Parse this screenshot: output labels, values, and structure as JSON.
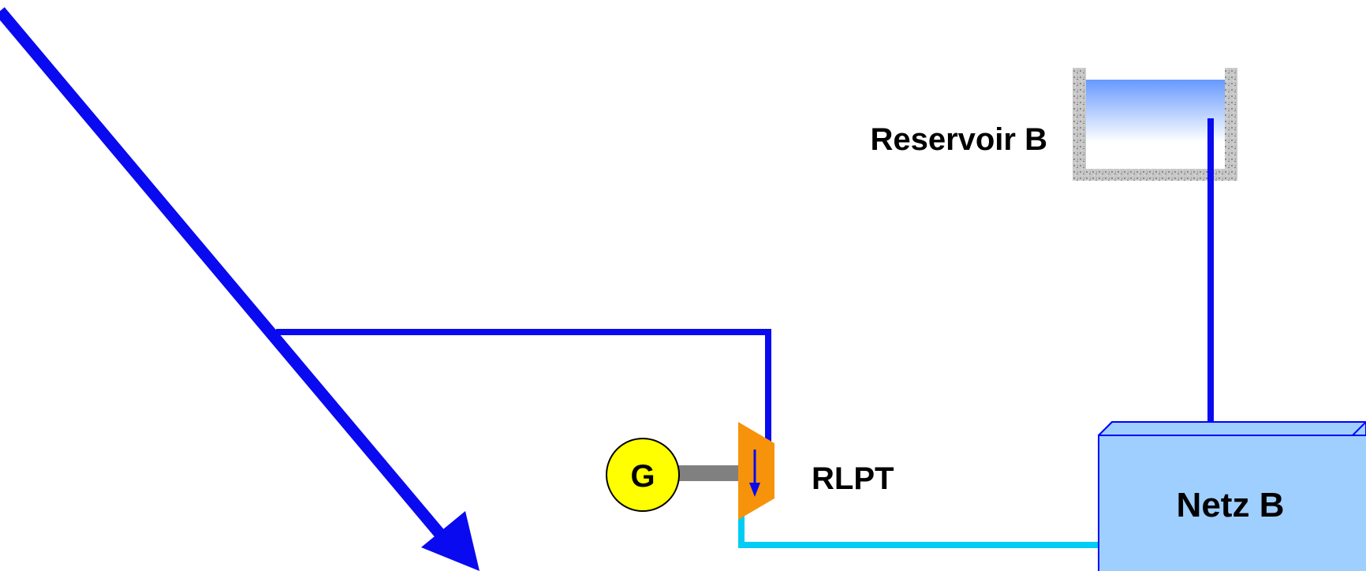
{
  "labels": {
    "reservoir": "Reservoir B",
    "turbine": "RLPT",
    "generator": "G",
    "network": "Netz B"
  },
  "icons": {
    "reservoir": "reservoir-icon",
    "turbine": "turbine-icon",
    "generator": "generator-icon",
    "network": "network-box-icon",
    "flow_arrow": "flow-arrow-icon"
  },
  "colors": {
    "pipe": "#0a0af0",
    "outlet_pipe": "#00ccf5",
    "turbine": "#f7930b",
    "generator": "#ffff00",
    "shaft": "#808080",
    "network_fill": "#9fcfff",
    "network_edge": "#0000ff",
    "water_top": "#6699ff",
    "water_bottom": "#ffffff",
    "reservoir_wall": "#bdbdbd"
  }
}
